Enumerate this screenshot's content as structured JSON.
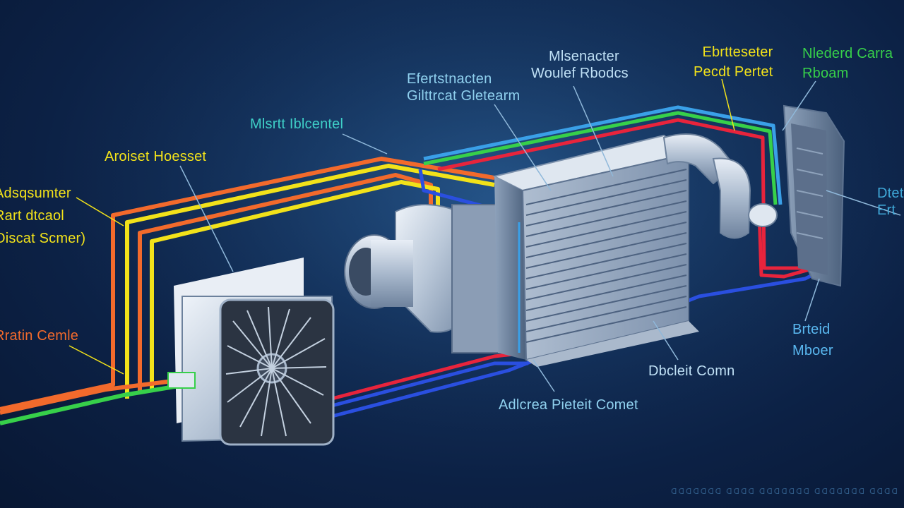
{
  "colors": {
    "background": "#0c2145",
    "line_orange": "#f26a2c",
    "line_yellow": "#f2e21a",
    "line_green": "#37d04a",
    "line_red": "#e8243c",
    "line_blue": "#2a4fe0",
    "line_cyan": "#3aa0e8",
    "leader_line": "#8fb8da",
    "component_body": "#c9d6e6"
  },
  "labels": {
    "mlsenacter": [
      "Mlsenacter",
      "Woulef Rbodcs"
    ],
    "efertstnacten": [
      "Efertstnacten",
      "Gilttrcat Gletearm"
    ],
    "mlsrtt": "Mlsrtt Iblcentel",
    "aroiset": "Aroiset Hoesset",
    "adsqsumter": [
      "Adsqsumter",
      "Rart dtcaol",
      "Oiscat Scmer)"
    ],
    "ebrtteseter": [
      "Ebrtteseter",
      "Pecdt Pertet"
    ],
    "nlederd": [
      "Nlederd Carra",
      "Rboam"
    ],
    "ratin": "Rratin Cemle",
    "dbcleit": "Dbcleit Comn",
    "adlcrea": "Adlcrea Pieteit Comet",
    "brteid": [
      "Brteid",
      "Mboer"
    ],
    "dtet": [
      "Dtet",
      "Ert"
    ]
  },
  "footer": "ᗡᗡᗡᗡᗡᗡᗡ ᗡᗡᗡᗡ ᗡᗡᗡᗡᗡᗡᗡ ᗡᗡᗡᗡᗡᗡᗡ ᗡᗡᗡᗡ"
}
